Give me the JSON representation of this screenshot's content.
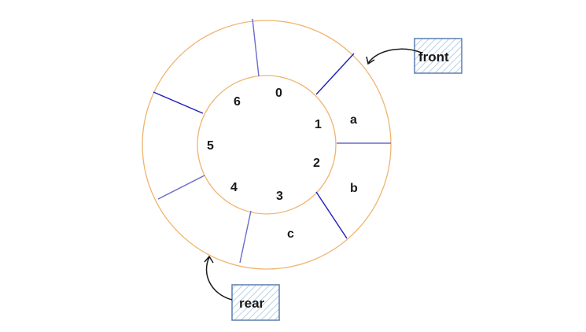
{
  "diagram": {
    "colors": {
      "ring": "#f0b46e",
      "divider": "#3b3bb8",
      "box_border": "#5b7fae",
      "box_hatch": "#b9cfe8",
      "arrow": "#1a1a1a",
      "text": "#1a1a1a"
    },
    "slot_indices": [
      "0",
      "1",
      "2",
      "3",
      "4",
      "5",
      "6"
    ],
    "elements": {
      "slot1": "a",
      "slot2": "b",
      "slot3": "c"
    },
    "pointers": {
      "front": "front",
      "rear": "rear"
    }
  }
}
